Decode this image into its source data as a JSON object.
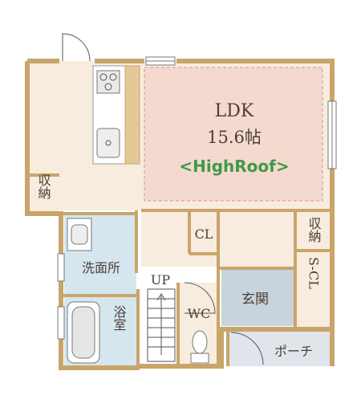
{
  "rooms": {
    "ldk": {
      "name": "LDK",
      "area": "15.6帖",
      "highroof": "<HighRoof>"
    },
    "storage_left": {
      "name": "収納"
    },
    "storage_right": {
      "name": "収納"
    },
    "closet": {
      "name": "CL"
    },
    "washroom": {
      "name": "洗面所"
    },
    "bath": {
      "name": "浴室"
    },
    "stairs": {
      "name": "UP"
    },
    "toilet": {
      "name": "WC"
    },
    "entrance": {
      "name": "玄関"
    },
    "shoe_closet": {
      "name": "S-CL"
    },
    "porch": {
      "name": "ポーチ"
    }
  },
  "colors": {
    "wall": "#c9a56a",
    "floor": "#f8ecdf",
    "ldk_highroof": "#f4d9cf",
    "wet_area": "#d5e6ef",
    "entrance": "#c9d3db",
    "highroof_text": "#3f9a47"
  }
}
